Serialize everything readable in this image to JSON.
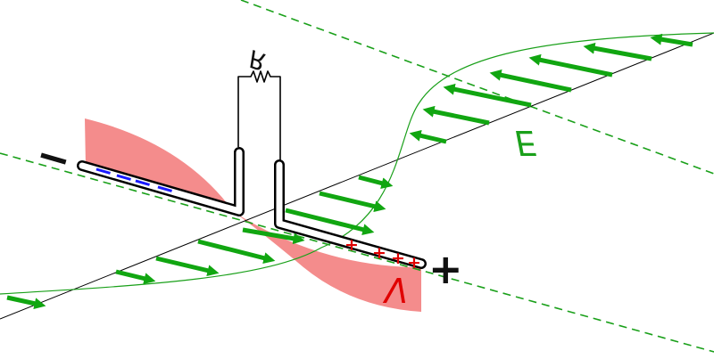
{
  "labels": {
    "resistor": "R",
    "field": "E",
    "voltage": "V",
    "negative_terminal": "−",
    "positive_terminal": "+"
  },
  "charges": {
    "negative_symbol": "−",
    "positive_symbol": "+"
  },
  "colors": {
    "field_wave": "#1aa01a",
    "field_arrow": "#11a611",
    "voltage_fill": "#f48c8c",
    "negative_charge": "#1a1aff",
    "positive_charge": "#e00000",
    "wire": "#000000"
  }
}
